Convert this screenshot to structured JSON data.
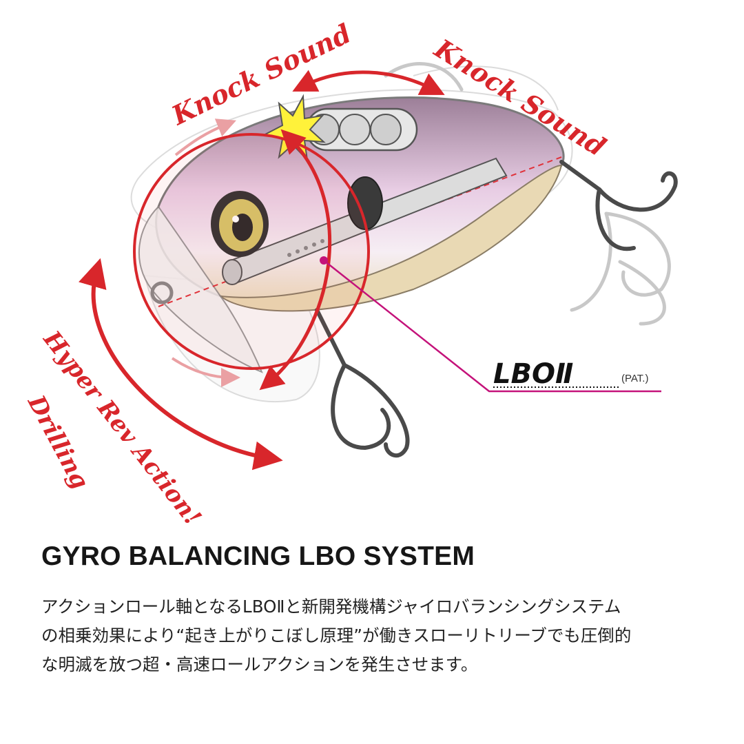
{
  "labels": {
    "knock_sound_left": "Knock Sound",
    "knock_sound_right": "Knock Sound",
    "hyper_rev_action": "Hyper Rev Action!",
    "drilling": "Drilling",
    "lbo_mark": "LBOⅡ",
    "pat": "(PAT.)"
  },
  "title": "GYRO BALANCING LBO SYSTEM",
  "description": [
    "アクションロール軸となるLBOⅡと新開発機構ジャイロバランシングシステム",
    "の相乗効果により“起き上がりこぼし原理”が働きスローリトリーブでも圧倒的",
    "な明滅を放つ超・高速ロールアクションを発生させます。"
  ],
  "colors": {
    "accent_red": "#d8262b",
    "magenta": "#c4127a",
    "body_pink": "#c9a8c6",
    "belly_gold": "#e9d9b4"
  },
  "icons": [
    "curved-double-arrow-icon",
    "impact-burst-icon",
    "lure-eye-icon",
    "treble-hook-icon"
  ]
}
